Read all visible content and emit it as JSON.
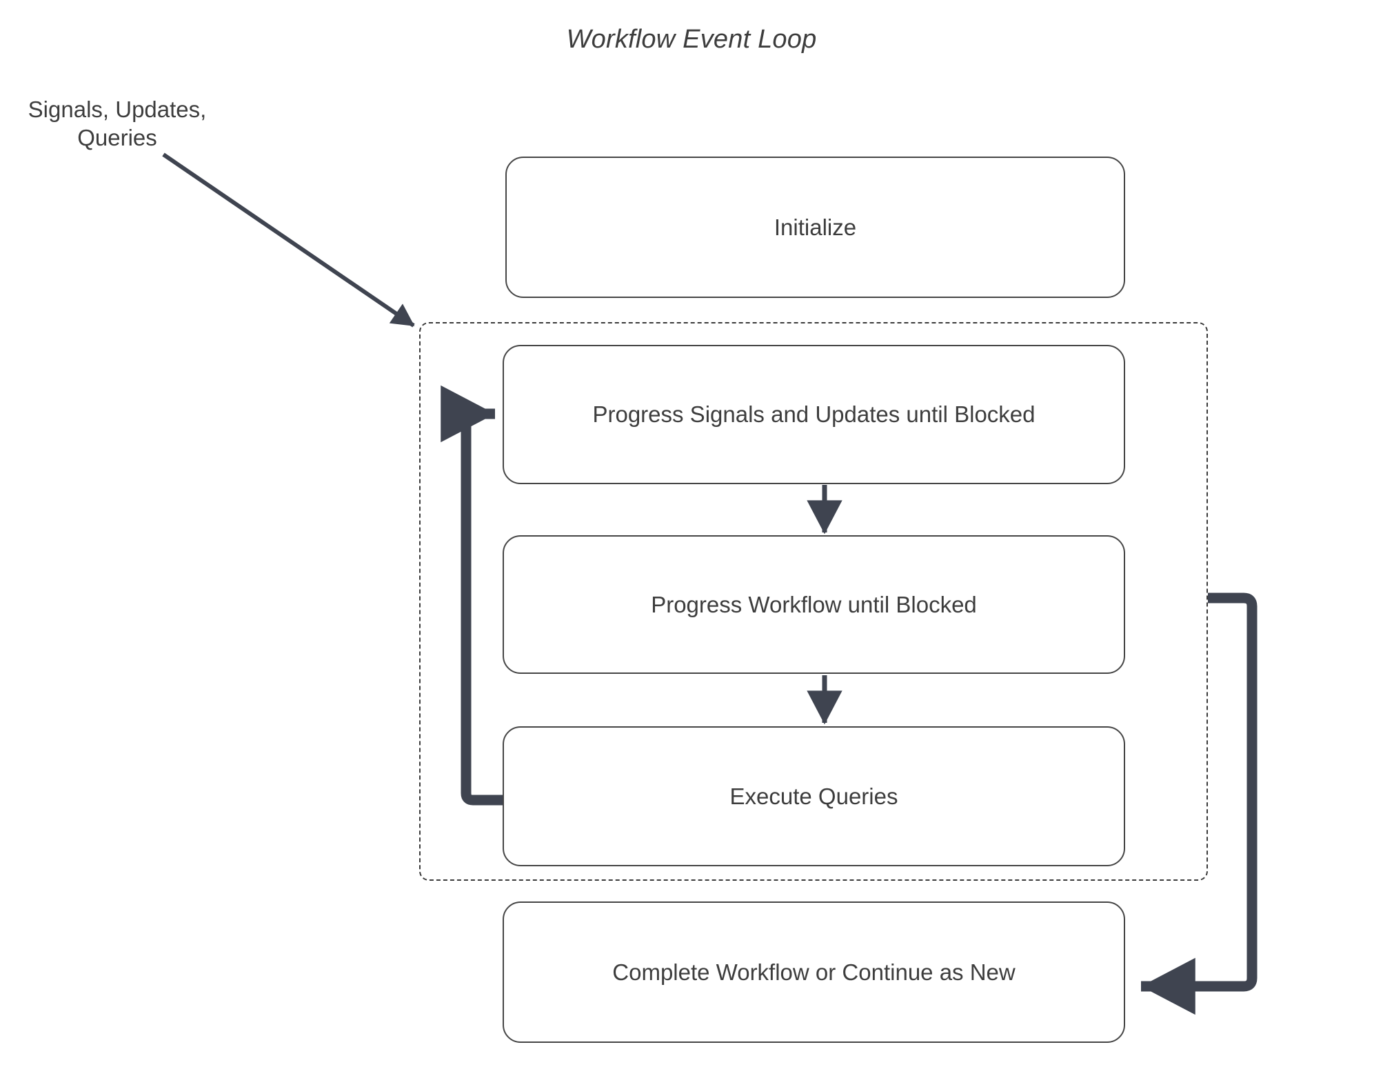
{
  "diagram": {
    "title": "Workflow Event Loop",
    "external_label": {
      "line1": "Signals, Updates,",
      "line2": "Queries"
    },
    "nodes": {
      "initialize": "Initialize",
      "progress_signals_updates": "Progress Signals and Updates until Blocked",
      "progress_workflow": "Progress Workflow until Blocked",
      "execute_queries": "Execute Queries",
      "complete_workflow": "Complete Workflow or Continue as New"
    },
    "colors": {
      "node_border": "#454545",
      "node_fill": "#ffffff",
      "text": "#3d3d3d",
      "connector": "#3f4450",
      "thin_connector": "#3f4450",
      "dashed_border": "#3a3a3a",
      "background": "#ffffff"
    },
    "edges": [
      {
        "name": "signals-to-loop",
        "from": "Signals, Updates, Queries",
        "to": "loop container",
        "style": "solid-diagonal-arrow"
      },
      {
        "name": "progress-su-to-progress-wf",
        "from": "Progress Signals and Updates until Blocked",
        "to": "Progress Workflow until Blocked",
        "style": "vertical-arrow"
      },
      {
        "name": "progress-wf-to-execute-queries",
        "from": "Progress Workflow until Blocked",
        "to": "Execute Queries",
        "style": "vertical-arrow"
      },
      {
        "name": "execute-queries-loopback",
        "from": "Execute Queries",
        "to": "Progress Signals and Updates until Blocked",
        "style": "thick-left-loop-arrow"
      },
      {
        "name": "loop-to-complete",
        "from": "loop container",
        "to": "Complete Workflow or Continue as New",
        "style": "thick-right-loop-arrow"
      }
    ]
  }
}
